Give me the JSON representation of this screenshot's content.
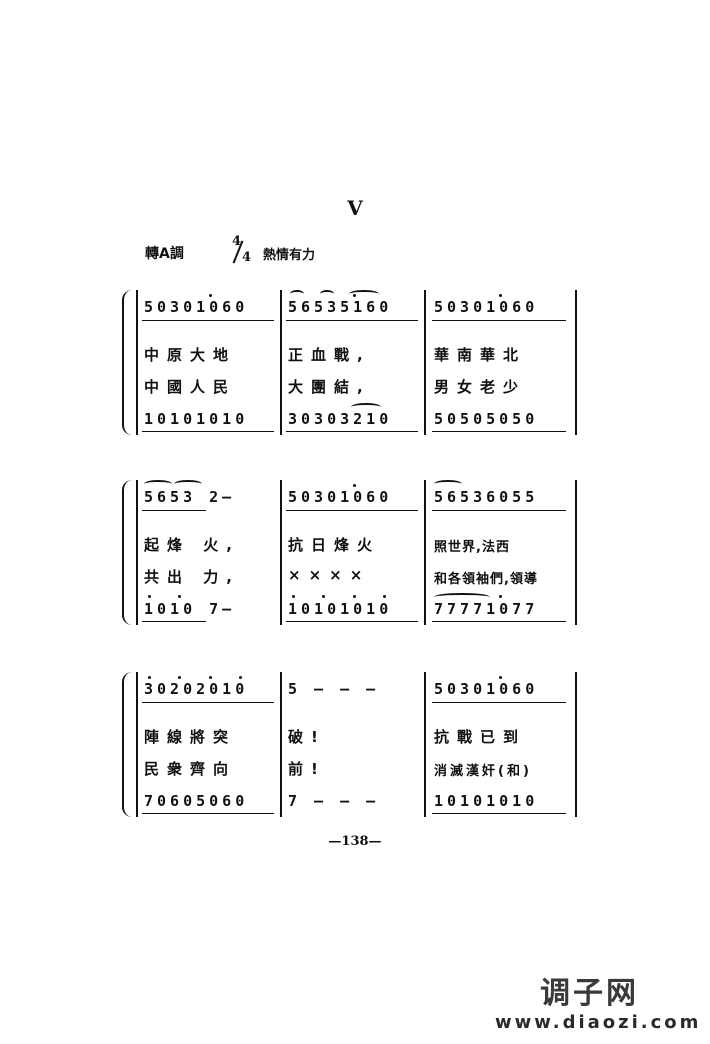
{
  "title": "V",
  "key": "轉A調",
  "time_signature": {
    "top": "4",
    "bottom": "4"
  },
  "tempo": "熱情有力",
  "systems": [
    {
      "bars": [
        {
          "notes": "50301060",
          "lyric1": "中原大地",
          "lyric2": "中國人民",
          "bass": "10101010"
        },
        {
          "notes": "56535160",
          "lyric1": "正血戰,",
          "lyric2": "大團結,",
          "bass": "30303210"
        },
        {
          "notes": "50301060",
          "lyric1": "華南華北",
          "lyric2": "男女老少",
          "bass": "50505050"
        }
      ]
    },
    {
      "bars": [
        {
          "notes": "5653  2—",
          "lyric1": "起烽 火,",
          "lyric2": "共出 力,",
          "bass": "1010  7—"
        },
        {
          "notes": "50301060",
          "lyric1": "抗日烽火",
          "lyric2": "××××",
          "bass": "10101010"
        },
        {
          "notes": "56536055",
          "lyric1": "照世界,法西",
          "lyric2": "和各領袖們,領導",
          "bass": "77771077"
        }
      ]
    },
    {
      "bars": [
        {
          "notes": "30202010",
          "lyric1": "陣線將突",
          "lyric2": "民衆齊向",
          "bass": "70605060"
        },
        {
          "notes": "5 — — —",
          "lyric1": "破!",
          "lyric2": "前!",
          "bass": "7 — — —"
        },
        {
          "notes": "50301060",
          "lyric1": "抗戰已到",
          "lyric2": "消滅漢奸(和)",
          "bass": "10101010"
        }
      ]
    }
  ],
  "page_number": "—138—",
  "watermark": {
    "site_name": "调子网",
    "url": "www.diaozi.com"
  }
}
